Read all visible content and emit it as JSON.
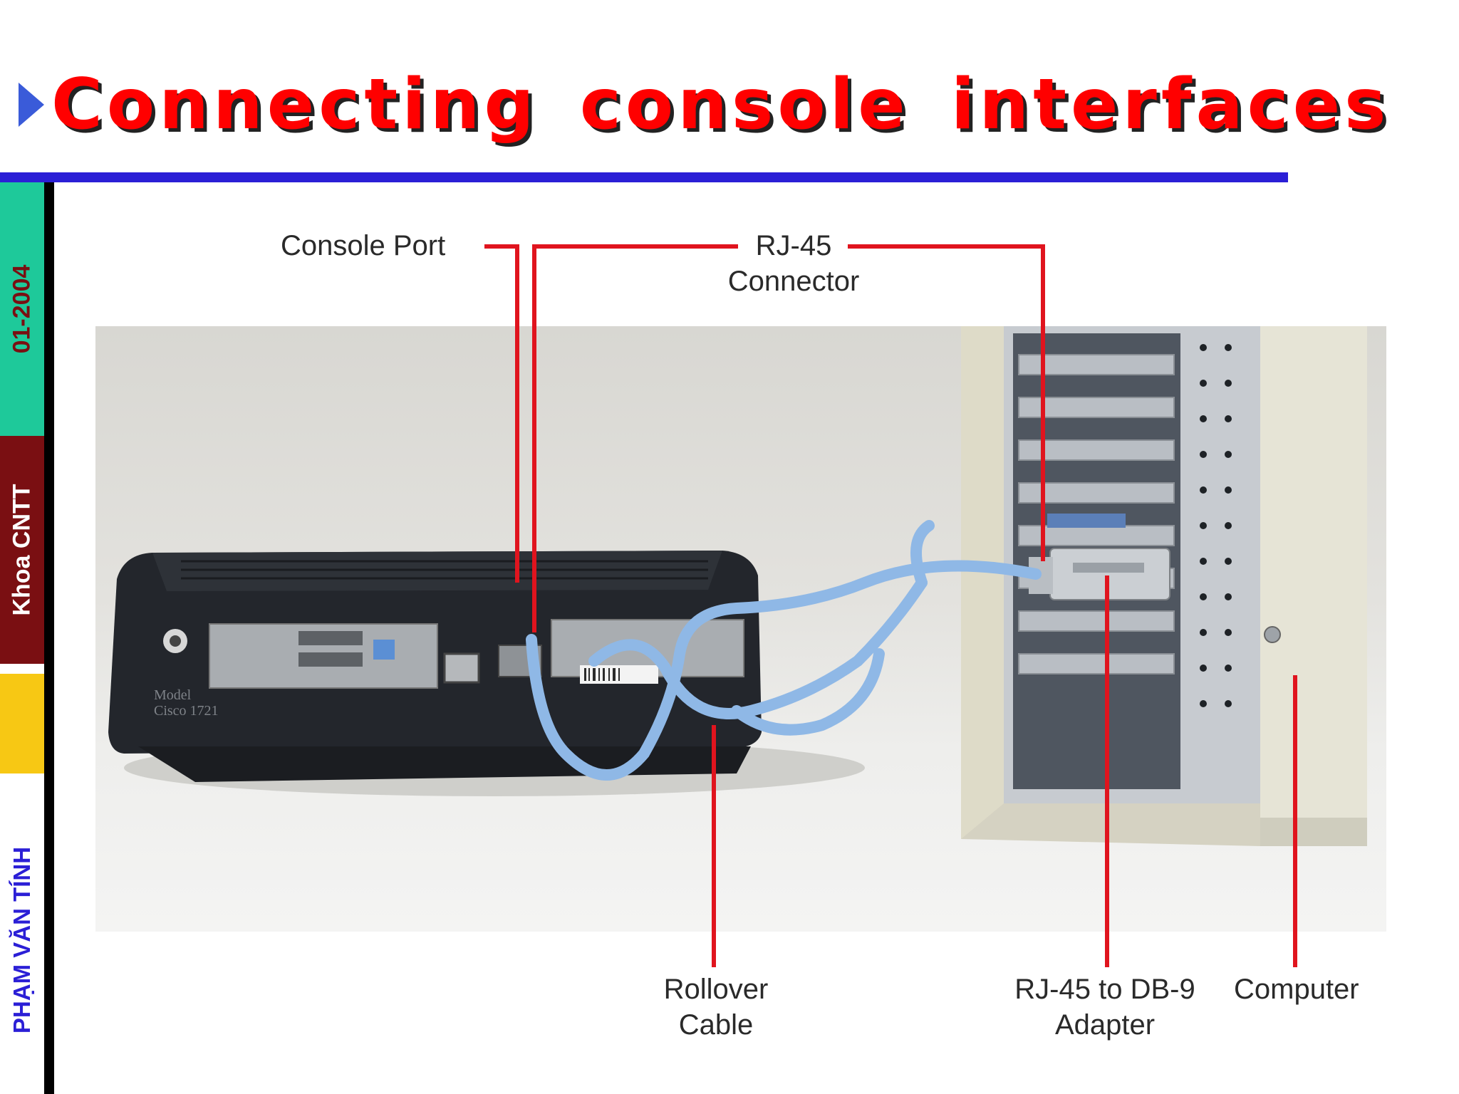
{
  "slide": {
    "title": "Connecting console interfaces"
  },
  "sidebar": {
    "date": "01-2004",
    "department": "Khoa CNTT",
    "author": "PHẠM VĂN TÍNH"
  },
  "diagram": {
    "labels": {
      "console_port": "Console Port",
      "rj45_line1": "RJ-45",
      "rj45_line2": "Connector",
      "rollover_line1": "Rollover",
      "rollover_line2": "Cable",
      "adapter_line1": "RJ-45 to DB-9",
      "adapter_line2": "Adapter",
      "computer": "Computer"
    },
    "router": {
      "model_line1": "Model",
      "model_line2": "Cisco 1721"
    },
    "colors": {
      "callout": "#e0141e",
      "cable": "#8fb8e6",
      "router": "#23262c",
      "case": "#e6e4d6"
    }
  }
}
